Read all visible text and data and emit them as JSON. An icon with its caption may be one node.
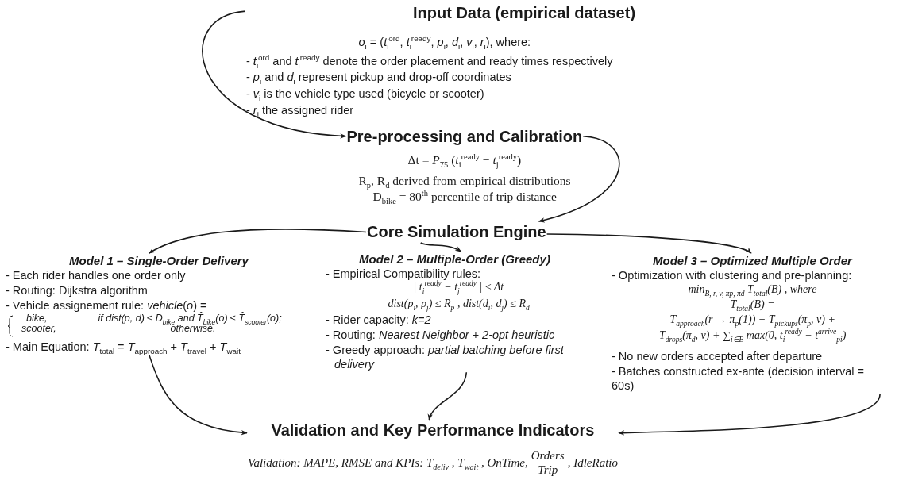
{
  "diagram": {
    "nodes": [
      {
        "text": [
          "Input Data (empirical dataset)",
          "*o*$_{i}$ = (*t*$_{i}$$^{ord}$, *t*$_{i}$$^{ready}$, *p*$_{i}$, *d*$_{i}$, *v*$_{i}$, *r*$_{i}$), where:",
          "- *t*$_{i}$$^{ord}$ and *t*$_{i}$$^{ready}$ denote the order placement and ready times respectively",
          "- *p*$_{i}$ and *d*$_{i}$ represent pickup and drop-off coordinates",
          "- *v*$_{i}$ is the vehicle type used (bicycle or scooter)",
          "- *r*$_{i}$ the assigned rider"
        ]
      },
      {
        "text": [
          "Pre-processing and Calibration",
          "Δt = *P*$_{75}$ (*t*$_{i}$$^{ready}$ − *t*$_{j}$$^{ready}$)",
          "R$_{p}$, R$_{d}$ derived from empirical distributions",
          "D$_{bike}$ = 80$^{th}$ percentile of trip distance"
        ]
      },
      {
        "text": [
          "Core Simulation Engine"
        ]
      },
      {
        "text": [
          "Model 1 – Single-Order Delivery",
          "- Each rider handles one order only",
          "- Routing: Dijkstra algorithm",
          "- Vehicle assignement rule: *vehicle*(*o*) =",
          "bike,",
          "if dist(p, d) ≤ D$_{bike}$ and T̂$_{bike}$(o) ≤ T̂$_{scooter}$(o);",
          "scooter,",
          "otherwise.",
          "- Main Equation: *T*$_{total}$ = *T*$_{approach}$ + *T*$_{travel}$ + *T*$_{wait}$"
        ]
      },
      {
        "text": [
          "Model 2 – Multiple-Order (Greedy)",
          "- Empirical Compatibility rules:",
          "| t$_{i}$$^{ready}$ − t$_{j}$$^{ready}$ | ≤ Δt",
          "dist(p$_{i}$, p$_{j}$) ≤ R$_{p}$ , dist(d$_{i}$, d$_{j}$) ≤ R$_{d}$",
          "- Rider capacity: *k=2*",
          "- Routing: *Nearest Neighbor + 2-opt heuristic*",
          "- Greedy approach: *partial batching before first delivery*"
        ]
      },
      {
        "text": [
          "Model 3 – Optimized Multiple Order",
          "- Optimization with clustering and pre-planning:",
          "min$_{B, r, v, πp, πd}$ T$_{total}$(B) , where",
          "T$_{total}$(B) =",
          "T$_{approach}$(r → π$_{p}$(1)) + T$_{pickups}$(π$_{p}$, v) +",
          "T$_{drops}$(π$_{d}$, v) + ∑$_{i∈B}$ max(0, t$_{i}$$^{ready}$ − t$^{arrive}$$_{pi}$)",
          "- No new orders accepted after departure",
          "- Batches constructed ex-ante (decision interval = 60s)"
        ]
      },
      {
        "text": [
          "Validation and Key Performance Indicators",
          "Validation: MAPE, RMSE and KPIs: T$_{deliv}$ , T$_{wait}$ , OnTime,",
          "Orders",
          "Trip",
          ", IdleRatio"
        ]
      }
    ],
    "edges": [
      {
        "from": 0,
        "to": 1,
        "arrow": "to"
      },
      {
        "from": 1,
        "to": 2,
        "arrow": "to"
      },
      {
        "from": 2,
        "to": 3,
        "arrow": "to"
      },
      {
        "from": 2,
        "to": 4,
        "arrow": "to"
      },
      {
        "from": 2,
        "to": 5,
        "arrow": "to"
      },
      {
        "from": 3,
        "to": 6,
        "arrow": "to"
      },
      {
        "from": 4,
        "to": 6,
        "arrow": "to"
      },
      {
        "from": 5,
        "to": 6,
        "arrow": "to"
      }
    ]
  }
}
